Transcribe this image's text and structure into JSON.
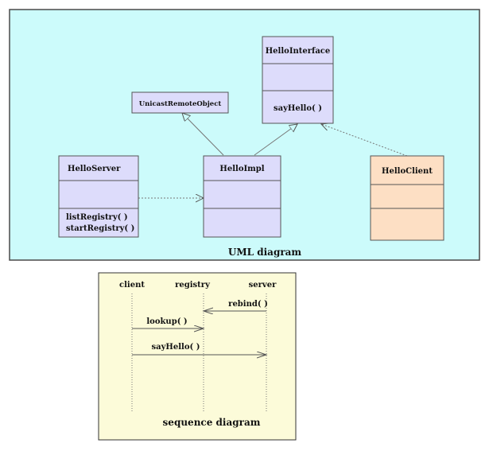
{
  "colors": {
    "uml_background": "#ccfbfb",
    "uml_border": "#4a4a4a",
    "class_fill": "#dddcfb",
    "client_fill": "#fddfc4",
    "sequence_background": "#fcfbd9",
    "line": "#555555"
  },
  "uml": {
    "caption": "UML diagram",
    "classes": {
      "hello_interface": {
        "name": "HelloInterface",
        "methods": [
          "sayHello( )"
        ]
      },
      "unicast_remote_object": {
        "name": "UnicastRemoteObject"
      },
      "hello_server": {
        "name": "HelloServer",
        "methods": [
          "listRegistry( )",
          "startRegistry( )"
        ]
      },
      "hello_impl": {
        "name": "HelloImpl"
      },
      "hello_client": {
        "name": "HelloClient"
      }
    },
    "relationships": [
      {
        "from": "HelloImpl",
        "to": "UnicastRemoteObject",
        "type": "generalization"
      },
      {
        "from": "HelloImpl",
        "to": "HelloInterface",
        "type": "generalization"
      },
      {
        "from": "HelloClient",
        "to": "HelloInterface",
        "type": "dependency"
      },
      {
        "from": "HelloServer",
        "to": "HelloImpl",
        "type": "dependency"
      }
    ]
  },
  "sequence": {
    "caption": "sequence diagram",
    "participants": [
      "client",
      "registry",
      "server"
    ],
    "messages": [
      {
        "from": "server",
        "to": "registry",
        "label": "rebind( )"
      },
      {
        "from": "client",
        "to": "registry",
        "label": "lookup( )"
      },
      {
        "from": "client",
        "to": "server",
        "label": "sayHello( )"
      }
    ]
  }
}
